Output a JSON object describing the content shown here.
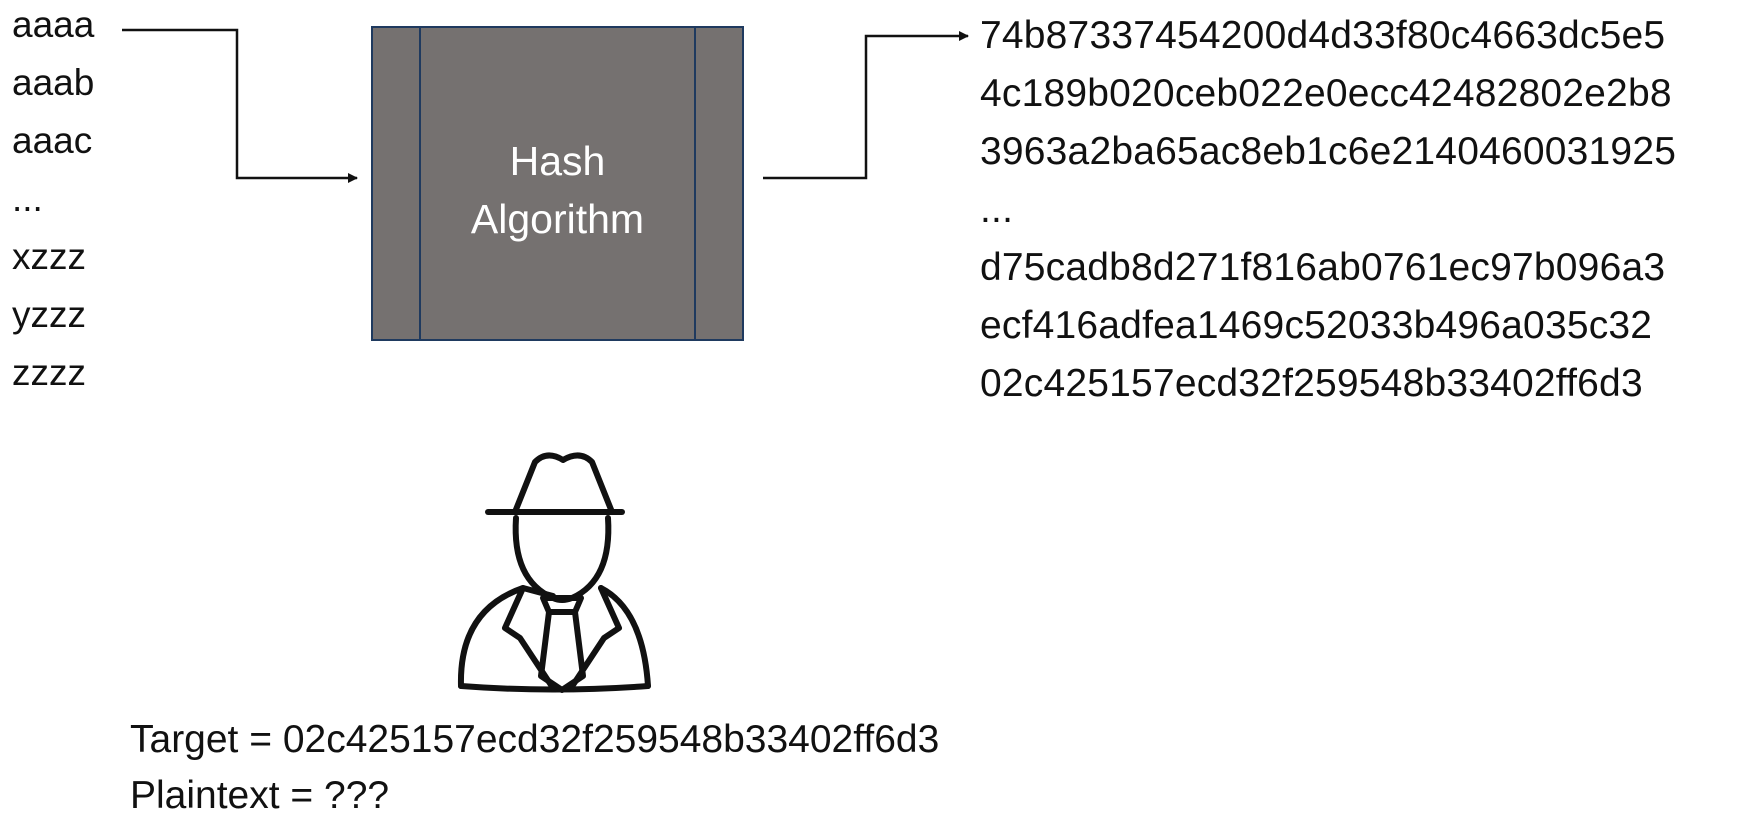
{
  "inputs": [
    "aaaa",
    "aaab",
    "aaac",
    "...",
    "xzzz",
    "yzzz",
    "zzzz"
  ],
  "hash_box": {
    "line1": "Hash",
    "line2": "Algorithm",
    "fill": "#757170",
    "border": "#1f3a5f"
  },
  "outputs": [
    "74b87337454200d4d33f80c4663dc5e5",
    "4c189b020ceb022e0ecc42482802e2b8",
    "3963a2ba65ac8eb1c6e2140460031925",
    "...",
    "d75cadb8d271f816ab0761ec97b096a3",
    "ecf416adfea1469c52033b496a035c32",
    "02c425157ecd32f259548b33402ff6d3"
  ],
  "attacker_icon": "spy-icon",
  "target_line": "Target = 02c425157ecd32f259548b33402ff6d3",
  "plaintext_line": "Plaintext = ???"
}
